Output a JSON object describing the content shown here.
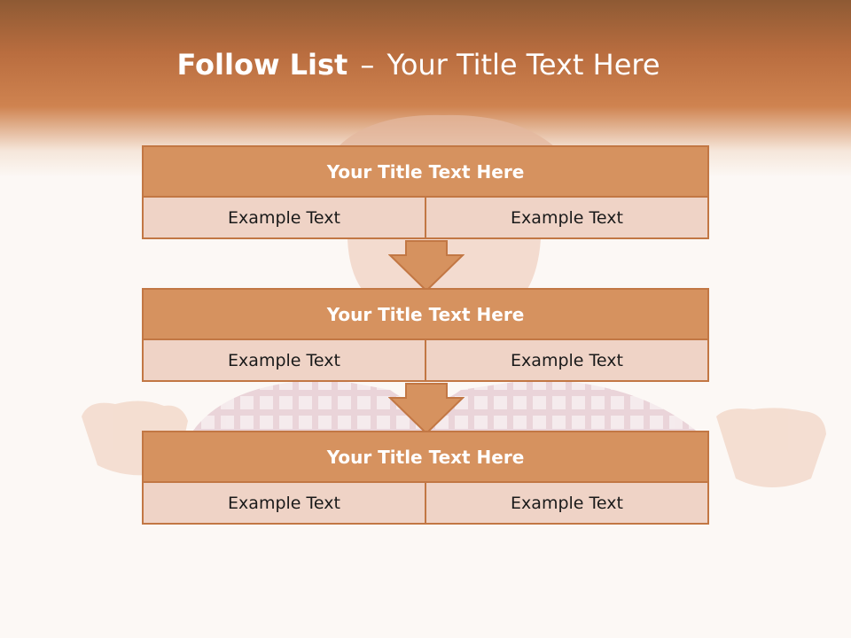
{
  "title": {
    "bold": "Follow List",
    "dash": "–",
    "rest": "Your Title Text Here"
  },
  "blocks": [
    {
      "title": "Your Title Text Here",
      "left": "Example Text",
      "right": "Example Text"
    },
    {
      "title": "Your Title Text Here",
      "left": "Example Text",
      "right": "Example Text"
    },
    {
      "title": "Your Title Text Here",
      "left": "Example Text",
      "right": "Example Text"
    }
  ],
  "colors": {
    "accent": "#d6925f",
    "border": "#c27744",
    "cell_fill": "#efd3c6",
    "header_dark": "#8e5a34"
  },
  "background_image": "faded-man-holding-sign-photo"
}
